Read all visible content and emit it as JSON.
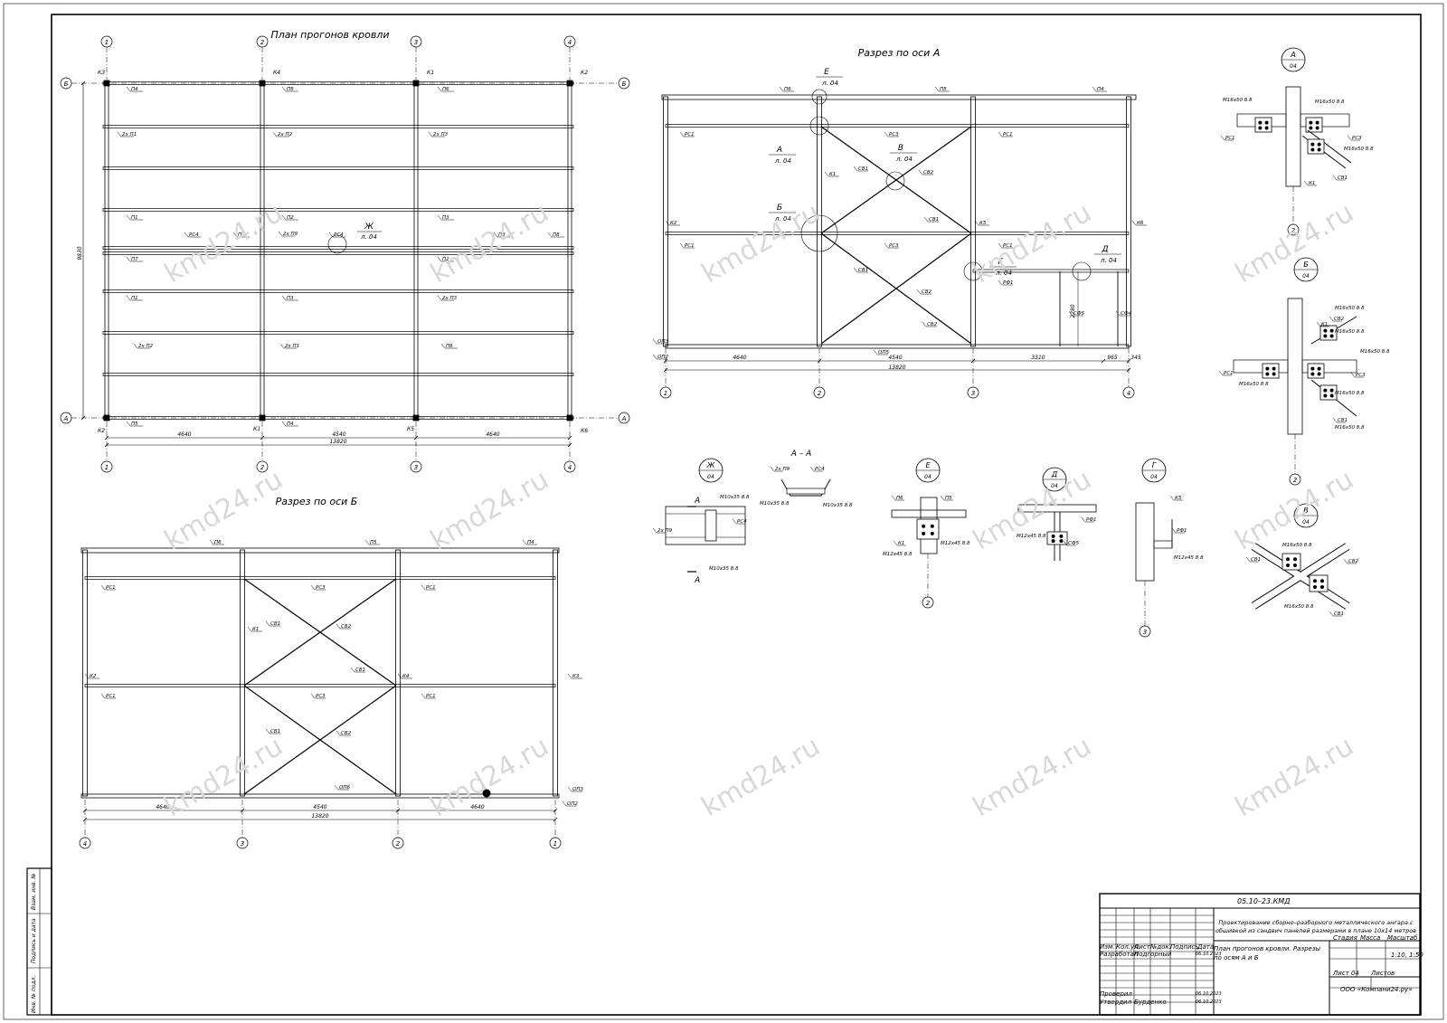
{
  "watermark": "kmd24.ru",
  "drawings": {
    "roof_plan": {
      "title": "План прогонов кровли",
      "axis_numbers": [
        "1",
        "2",
        "3",
        "4"
      ],
      "axis_letters": [
        "А",
        "Б"
      ],
      "dims": [
        "4640",
        "4540",
        "4640",
        "13820",
        "9830"
      ],
      "column_marks": [
        "К3",
        "К4",
        "К1",
        "К2",
        "К2",
        "К1",
        "К5",
        "К6"
      ],
      "labels": [
        "П4",
        "П5",
        "П6",
        "2х П1",
        "2х П2",
        "2х П3",
        "П1",
        "П2",
        "П3",
        "РС4",
        "П7",
        "2х П9",
        "РС4",
        "П8",
        "П8",
        "П7",
        "П3",
        "П2",
        "П1",
        "2х П3",
        "2х П2",
        "2х П1",
        "П6",
        "П5",
        "П4"
      ],
      "node_callout": {
        "letter": "Ж",
        "ref": "л. 04"
      }
    },
    "section_a": {
      "title": "Разрез по оси А",
      "axis_numbers": [
        "1",
        "2",
        "3",
        "4"
      ],
      "dims": [
        "4640",
        "4540",
        "3310",
        "965",
        "345",
        "13820",
        "2280"
      ],
      "labels": [
        "П6",
        "П5",
        "П4",
        "РС1",
        "РС3",
        "РС1",
        "К1",
        "К2",
        "К5",
        "К6",
        "СВ1",
        "СВ2",
        "СВ1",
        "СВ2",
        "СВ1",
        "СВ2",
        "РС1",
        "РС3",
        "РС1",
        "РФ1",
        "СФ5",
        "СФ4",
        "ОП3",
        "ОП2",
        "ОП5"
      ],
      "callouts": [
        {
          "letter": "Е",
          "ref": "л. 04"
        },
        {
          "letter": "А",
          "ref": "л. 04"
        },
        {
          "letter": "В",
          "ref": "л. 04"
        },
        {
          "letter": "Б",
          "ref": "л. 04"
        },
        {
          "letter": "Г",
          "ref": "л. 04"
        },
        {
          "letter": "Д",
          "ref": "л. 04"
        }
      ]
    },
    "section_b": {
      "title": "Разрез по оси Б",
      "axis_numbers": [
        "4",
        "3",
        "2",
        "1"
      ],
      "dims": [
        "4640",
        "4540",
        "4640",
        "13820"
      ],
      "labels": [
        "П6",
        "П5",
        "П4",
        "РС1",
        "РС3",
        "РС1",
        "СВ1",
        "СВ2",
        "К1",
        "К4",
        "К2",
        "К3",
        "СВ1",
        "РС1",
        "РС3",
        "РС1",
        "СВ1",
        "СВ2",
        "ОП6",
        "ОП3",
        "ОП2"
      ]
    },
    "nodes": [
      {
        "letter": "А",
        "sheet": "04",
        "bolts": [
          "М16х50 8.8",
          "М16х50 8.8",
          "М16х50 8.8"
        ],
        "labels": [
          "РС1",
          "РС3",
          "СВ1",
          "К1"
        ],
        "axis": "2"
      },
      {
        "letter": "Б",
        "sheet": "04",
        "bolts": [
          "М16х50 8.8",
          "М16х50 8.8",
          "М16х50 8.8",
          "М16х50 8.8",
          "М16х50 8.8",
          "М16х50 8.8"
        ],
        "labels": [
          "К1",
          "РС1",
          "РС3",
          "СВ1",
          "СВ2"
        ],
        "axis": "2"
      },
      {
        "letter": "В",
        "sheet": "04",
        "bolts": [
          "М16х50 8.8",
          "М16х50 8.8"
        ],
        "labels": [
          "СВ1",
          "СВ2",
          "СВ1"
        ]
      },
      {
        "letter": "Ж",
        "sheet": "04",
        "bolts": [
          "М10х35 8.8",
          "М10х35 8.8"
        ],
        "labels": [
          "РС4",
          "2х П9"
        ],
        "cut": "А"
      },
      {
        "letter": "А – А",
        "sheet": "",
        "bolts": [
          "М10х35 8.8",
          "М10х35 8.8"
        ],
        "labels": [
          "2х П9",
          "РС4"
        ]
      },
      {
        "letter": "Е",
        "sheet": "04",
        "bolts": [
          "М12х45 8.8",
          "М12х45 8.8"
        ],
        "labels": [
          "П6",
          "П5",
          "К1"
        ],
        "axis": "2"
      },
      {
        "letter": "Д",
        "sheet": "04",
        "bolts": [
          "М12х45 8.8"
        ],
        "labels": [
          "РФ1",
          "СФ5"
        ]
      },
      {
        "letter": "Г",
        "sheet": "04",
        "bolts": [
          "М12х45 8.8"
        ],
        "labels": [
          "К5",
          "РФ1"
        ],
        "axis": "3"
      }
    ]
  },
  "title_block": {
    "code": "05.10–23.КМД",
    "project": "Проектирование сборно–разборного металлического ангара с обшивкой из сэндвич панелей размерами в плане 10х14 метров",
    "sheet_title": "План прогонов кровли. Разрезы по осям А и Б",
    "headers": [
      "Изм.",
      "Кол.уч.",
      "Лист",
      "№док.",
      "Подпись",
      "Дата"
    ],
    "developer_role": "Разработал",
    "developer_name": "Подгорный",
    "date1": "06.10.2023",
    "checker_role": "Проверил",
    "approver_role": "Утвердил",
    "approver_name": "Бурденко",
    "date2": "06.10.2023",
    "date3": "06.10.2023",
    "stage_header": "Стадия",
    "mass_header": "Масса",
    "scale_header": "Масштаб",
    "scale": "1:10, 1:50",
    "sheet_label": "Лист 04",
    "sheets_label": "Листов",
    "company": "ООО «Компани24.ру»"
  },
  "side_stamp": [
    "Инв. № подл.",
    "Подпись и дата",
    "Взам. инв. №"
  ]
}
